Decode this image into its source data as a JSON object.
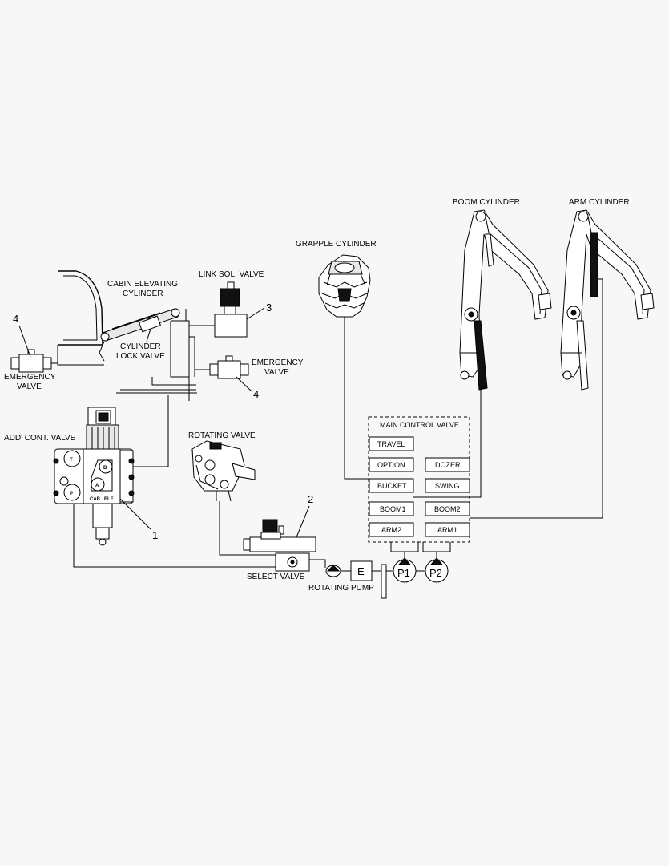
{
  "labels": {
    "boom_cylinder": "BOOM CYLINDER",
    "arm_cylinder": "ARM CYLINDER",
    "grapple_cylinder": "GRAPPLE CYLINDER",
    "link_sol_valve": "LINK SOL. VALVE",
    "cabin_elevating_1": "CABIN ELEVATING",
    "cabin_elevating_2": "CYLINDER",
    "cylinder_lock_1": "CYLINDER",
    "cylinder_lock_2": "LOCK VALVE",
    "emergency_left_1": "EMERGENCY",
    "emergency_left_2": "VALVE",
    "emergency_right_1": "EMERGENCY",
    "emergency_right_2": "VALVE",
    "add_cont_valve": "ADD' CONT. VALVE",
    "rotating_valve": "ROTATING VALVE",
    "main_control_valve": "MAIN CONTROL VALVE",
    "select_valve": "SELECT VALVE",
    "rotating_pump": "ROTATING PUMP"
  },
  "callouts": {
    "left_emergency": "4",
    "right_emergency": "4",
    "link_sol": "3",
    "add_cont": "1",
    "select": "2"
  },
  "main_control_sections": {
    "travel": "TRAVEL",
    "option": "OPTION",
    "dozer": "DOZER",
    "bucket": "BUCKET",
    "swing": "SWING",
    "boom1": "BOOM1",
    "boom2": "BOOM2",
    "arm2": "ARM2",
    "arm1": "ARM1"
  },
  "pumps": {
    "engine": "E",
    "p1": "P1",
    "p2": "P2"
  },
  "valve_ports": {
    "t": "T",
    "b": "B",
    "a": "A",
    "p": "P",
    "cab": "CAB.",
    "ele": "ELE."
  }
}
